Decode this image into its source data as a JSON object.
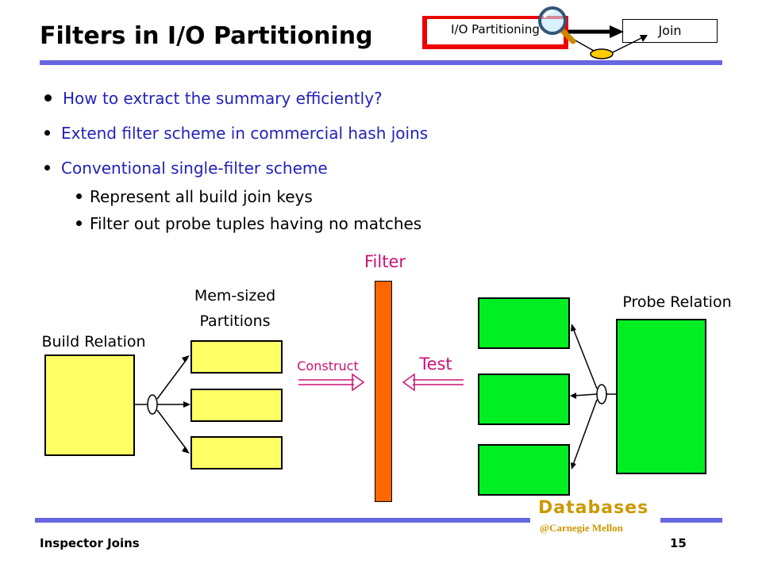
{
  "slide": {
    "title": "Filters in I/O Partitioning",
    "nav": {
      "current": "I/O Partitioning",
      "next": "Join"
    },
    "bullets": [
      "How to extract the summary efficiently?",
      "Extend filter scheme in commercial hash joins",
      "Conventional single-filter scheme"
    ],
    "sub_bullets": [
      "Represent all build join keys",
      "Filter out probe tuples having no matches"
    ],
    "diagram": {
      "filter_label": "Filter",
      "mem_label_line1": "Mem-sized",
      "mem_label_line2": "Partitions",
      "build_label": "Build Relation",
      "probe_label": "Probe Relation",
      "construct_label": "Construct",
      "test_label": "Test"
    },
    "footer": {
      "left": "Inspector Joins",
      "brand": "Databases",
      "brand_sub": "@Carnegie Mellon",
      "page": "15"
    },
    "colors": {
      "bullet_text": "#2222bb",
      "accent_magenta": "#cc1177",
      "filter_bar": "#ff6600",
      "partition_yellow": "#ffff66",
      "probe_green": "#00ee22",
      "rule_blue": "#6666e0",
      "brand_gold": "#cc9900",
      "nav_red": "#ee0000"
    }
  }
}
